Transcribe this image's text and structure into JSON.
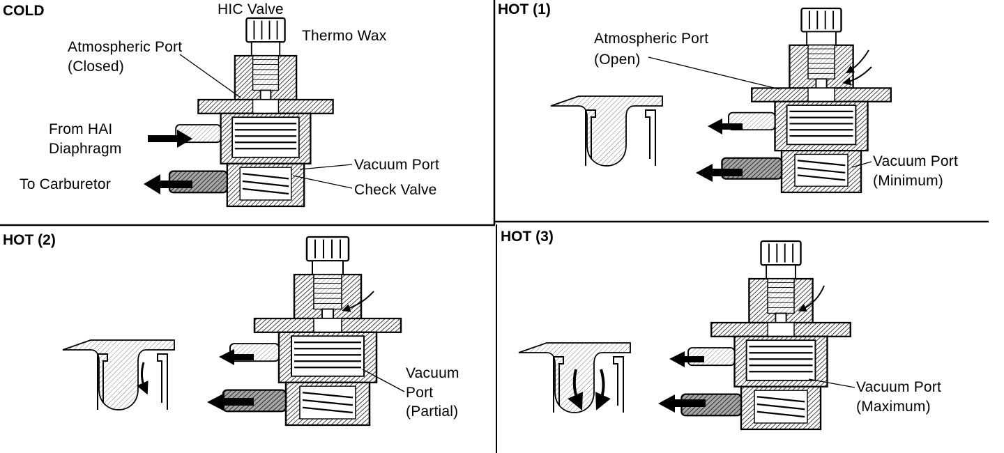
{
  "panels": {
    "cold": {
      "title": "COLD",
      "hic_valve": "HIC Valve",
      "thermo_wax": "Thermo Wax",
      "atm_port_1": "Atmospheric Port",
      "atm_port_2": "(Closed)",
      "from_hai_1": "From HAI",
      "from_hai_2": "Diaphragm",
      "to_carb": "To Carburetor",
      "vacuum_port": "Vacuum Port",
      "check_valve": "Check Valve"
    },
    "hot1": {
      "title": "HOT (1)",
      "atm_port_1": "Atmospheric Port",
      "atm_port_2": "(Open)",
      "vacuum_port_1": "Vacuum Port",
      "vacuum_port_2": "(Minimum)"
    },
    "hot2": {
      "title": "HOT (2)",
      "vacuum_port_1": "Vacuum",
      "vacuum_port_2": "Port",
      "vacuum_port_3": "(Partial)"
    },
    "hot3": {
      "title": "HOT (3)",
      "vacuum_port_1": "Vacuum Port",
      "vacuum_port_2": "(Maximum)"
    }
  }
}
